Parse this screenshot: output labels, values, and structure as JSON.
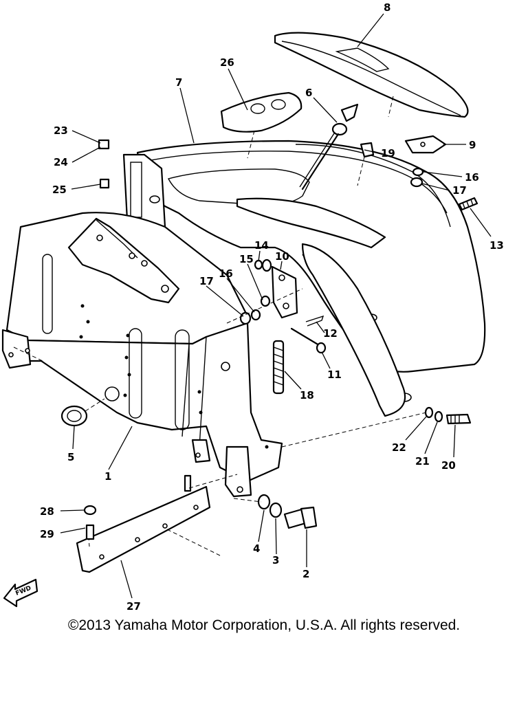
{
  "parts": [
    {
      "id": "1",
      "label": "1"
    },
    {
      "id": "2",
      "label": "2"
    },
    {
      "id": "3",
      "label": "3"
    },
    {
      "id": "4",
      "label": "4"
    },
    {
      "id": "5",
      "label": "5"
    },
    {
      "id": "6",
      "label": "6"
    },
    {
      "id": "7",
      "label": "7"
    },
    {
      "id": "8",
      "label": "8"
    },
    {
      "id": "9",
      "label": "9"
    },
    {
      "id": "10",
      "label": "10"
    },
    {
      "id": "11",
      "label": "11"
    },
    {
      "id": "12",
      "label": "12"
    },
    {
      "id": "13",
      "label": "13"
    },
    {
      "id": "14",
      "label": "14"
    },
    {
      "id": "15",
      "label": "15"
    },
    {
      "id": "16a",
      "label": "16"
    },
    {
      "id": "16b",
      "label": "16"
    },
    {
      "id": "17a",
      "label": "17"
    },
    {
      "id": "17b",
      "label": "17"
    },
    {
      "id": "18",
      "label": "18"
    },
    {
      "id": "19",
      "label": "19"
    },
    {
      "id": "20",
      "label": "20"
    },
    {
      "id": "21",
      "label": "21"
    },
    {
      "id": "22",
      "label": "22"
    },
    {
      "id": "23",
      "label": "23"
    },
    {
      "id": "24",
      "label": "24"
    },
    {
      "id": "25",
      "label": "25"
    },
    {
      "id": "26",
      "label": "26"
    },
    {
      "id": "27",
      "label": "27"
    },
    {
      "id": "28",
      "label": "28"
    },
    {
      "id": "29",
      "label": "29"
    }
  ],
  "fwd_label": "FWD",
  "copyright": "©2013 Yamaha Motor Corporation, U.S.A. All rights reserved."
}
